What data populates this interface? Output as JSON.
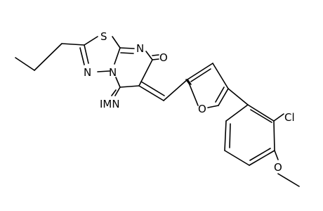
{
  "molecule": {
    "atom_labels": {
      "sulfur": "S",
      "ring_nitrogen_top": "N",
      "ketone_oxygen": "O",
      "ring_nitrogen_bridge": "N",
      "ring_nitrogen_left": "N",
      "imine_group": "IMN",
      "furan_oxygen": "O",
      "chlorine": "Cl",
      "methoxy_oxygen": "O"
    }
  }
}
